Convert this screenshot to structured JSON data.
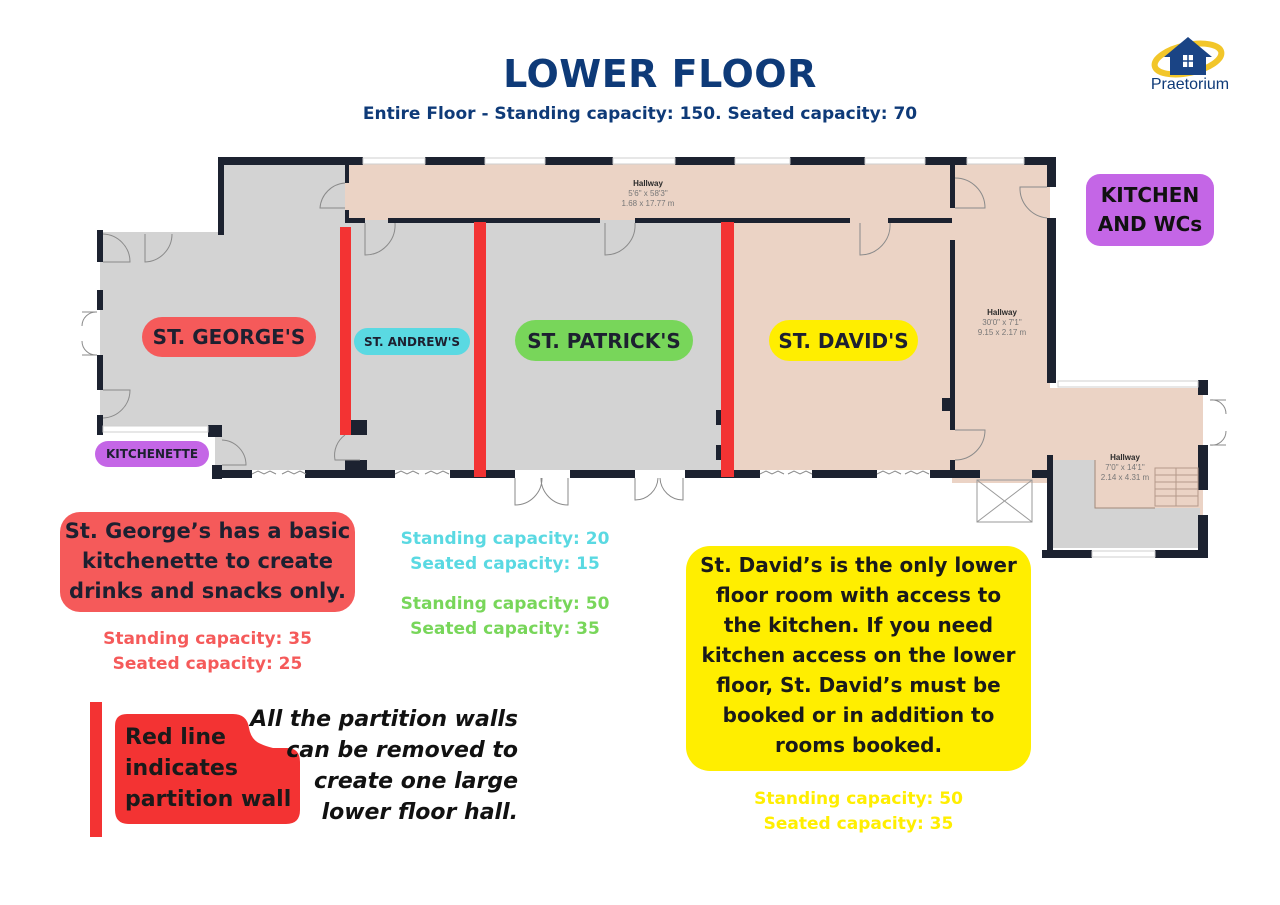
{
  "header": {
    "title": "LOWER FLOOR",
    "subtitle": "Entire Floor - Standing capacity: 150. Seated capacity: 70"
  },
  "logo": {
    "icon": "house-logo-icon",
    "text": "Praetorium"
  },
  "colors": {
    "navy": "#0e3a78",
    "wall": "#1c2230",
    "room_grey": "#d3d3d3",
    "room_beige": "#ebd3c5",
    "partition_red": "#f33333",
    "st_george": "#f55a5a",
    "st_andrew": "#5ad9e2",
    "st_patrick": "#78d65a",
    "st_david": "#ffee00",
    "kitchen_purple": "#c466e6"
  },
  "floorplan": {
    "rooms": [
      {
        "id": "st-george",
        "label": "ST. GEORGE'S"
      },
      {
        "id": "st-andrew",
        "label": "ST. ANDREW'S"
      },
      {
        "id": "st-patrick",
        "label": "ST. PATRICK'S"
      },
      {
        "id": "st-david",
        "label": "ST. DAVID'S"
      }
    ],
    "kitchenette_label": "KITCHENETTE",
    "kitchen_label_line1": "KITCHEN",
    "kitchen_label_line2": "AND WCs",
    "hallways": [
      {
        "name": "Hallway",
        "imperial": "5'6\" x 58'3\"",
        "metric": "1.68 x 17.77 m"
      },
      {
        "name": "Hallway",
        "imperial": "30'0\" x 7'1\"",
        "metric": "9.15 x 2.17 m"
      },
      {
        "name": "Hallway",
        "imperial": "7'0\" x 14'1\"",
        "metric": "2.14 x 4.31 m"
      }
    ]
  },
  "notes": {
    "st_george": {
      "lines": [
        "St. George’s has a basic",
        "kitchenette to create",
        "drinks and snacks only."
      ],
      "standing": "Standing capacity: 35",
      "seated": "Seated capacity: 25"
    },
    "st_andrew": {
      "standing": "Standing capacity: 20",
      "seated": "Seated capacity: 15"
    },
    "st_patrick": {
      "standing": "Standing capacity: 50",
      "seated": "Seated capacity: 35"
    },
    "st_david": {
      "lines": [
        "St. David’s is the only lower",
        "floor room with access to",
        "the kitchen. If you need",
        "kitchen access on the lower",
        "floor, St. David’s must be",
        "booked or in addition to",
        "rooms booked."
      ],
      "standing": "Standing capacity: 50",
      "seated": "Seated capacity: 35"
    }
  },
  "legend": {
    "key_lines": [
      "Red line",
      "indicates",
      "partition wall"
    ],
    "note_lines": [
      "All the partition walls",
      "can be removed to",
      "create one large",
      "lower floor hall."
    ]
  }
}
